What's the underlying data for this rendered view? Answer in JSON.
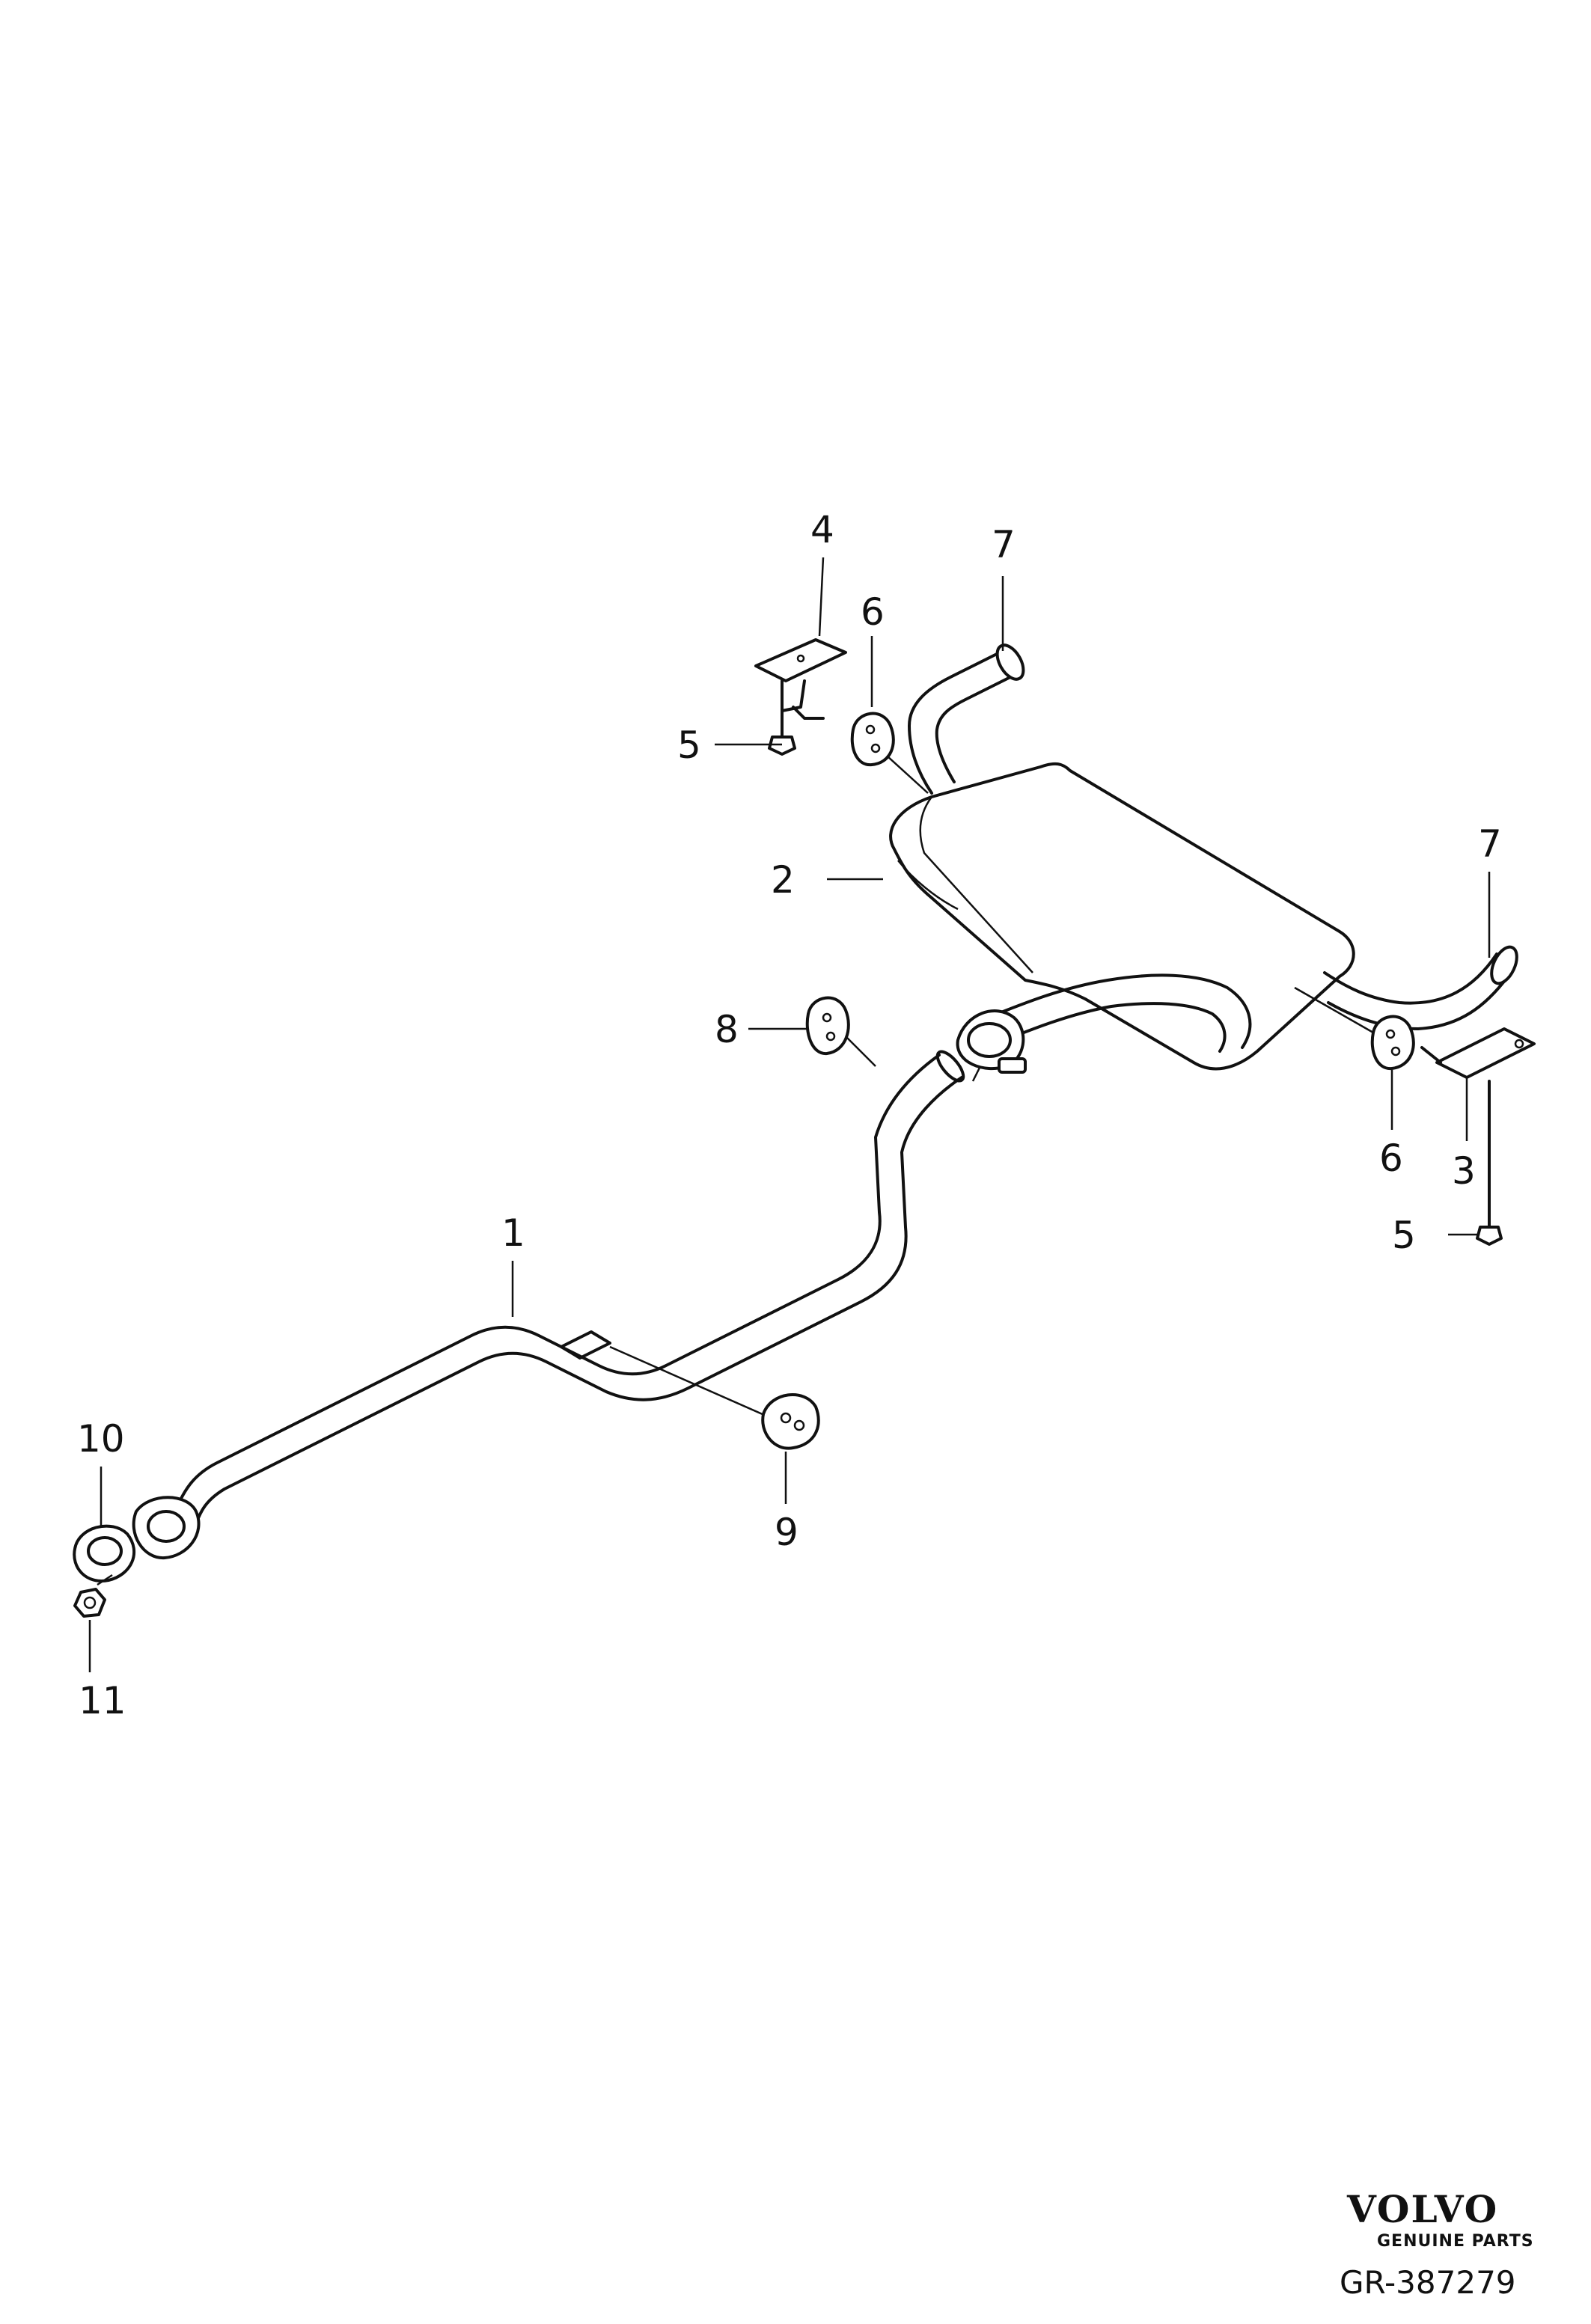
{
  "callouts": {
    "c1": "1",
    "c2": "2",
    "c3": "3",
    "c4": "4",
    "c5a": "5",
    "c5b": "5",
    "c6a": "6",
    "c6b": "6",
    "c7a": "7",
    "c7b": "7",
    "c8": "8",
    "c9": "9",
    "c10": "10",
    "c11": "11"
  },
  "brand": {
    "name": "VOLVO",
    "tagline": "GENUINE PARTS",
    "reference": "GR-387279"
  }
}
